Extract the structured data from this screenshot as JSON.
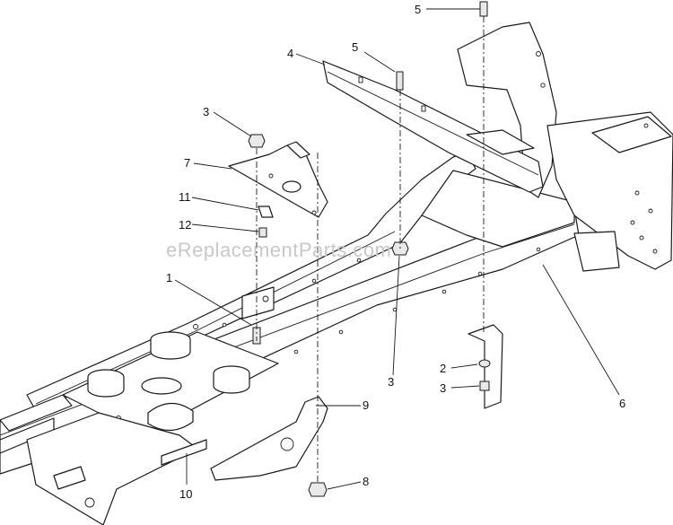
{
  "watermark": "eReplacementParts.com",
  "callouts": [
    {
      "id": "c5a",
      "label": "5"
    },
    {
      "id": "c5b",
      "label": "5"
    },
    {
      "id": "c4",
      "label": "4"
    },
    {
      "id": "c3a",
      "label": "3"
    },
    {
      "id": "c7",
      "label": "7"
    },
    {
      "id": "c11",
      "label": "11"
    },
    {
      "id": "c12",
      "label": "12"
    },
    {
      "id": "c1",
      "label": "1"
    },
    {
      "id": "c2",
      "label": "2"
    },
    {
      "id": "c3b",
      "label": "3"
    },
    {
      "id": "c3c",
      "label": "3"
    },
    {
      "id": "c6",
      "label": "6"
    },
    {
      "id": "c9",
      "label": "9"
    },
    {
      "id": "c8",
      "label": "8"
    },
    {
      "id": "c10",
      "label": "10"
    }
  ]
}
